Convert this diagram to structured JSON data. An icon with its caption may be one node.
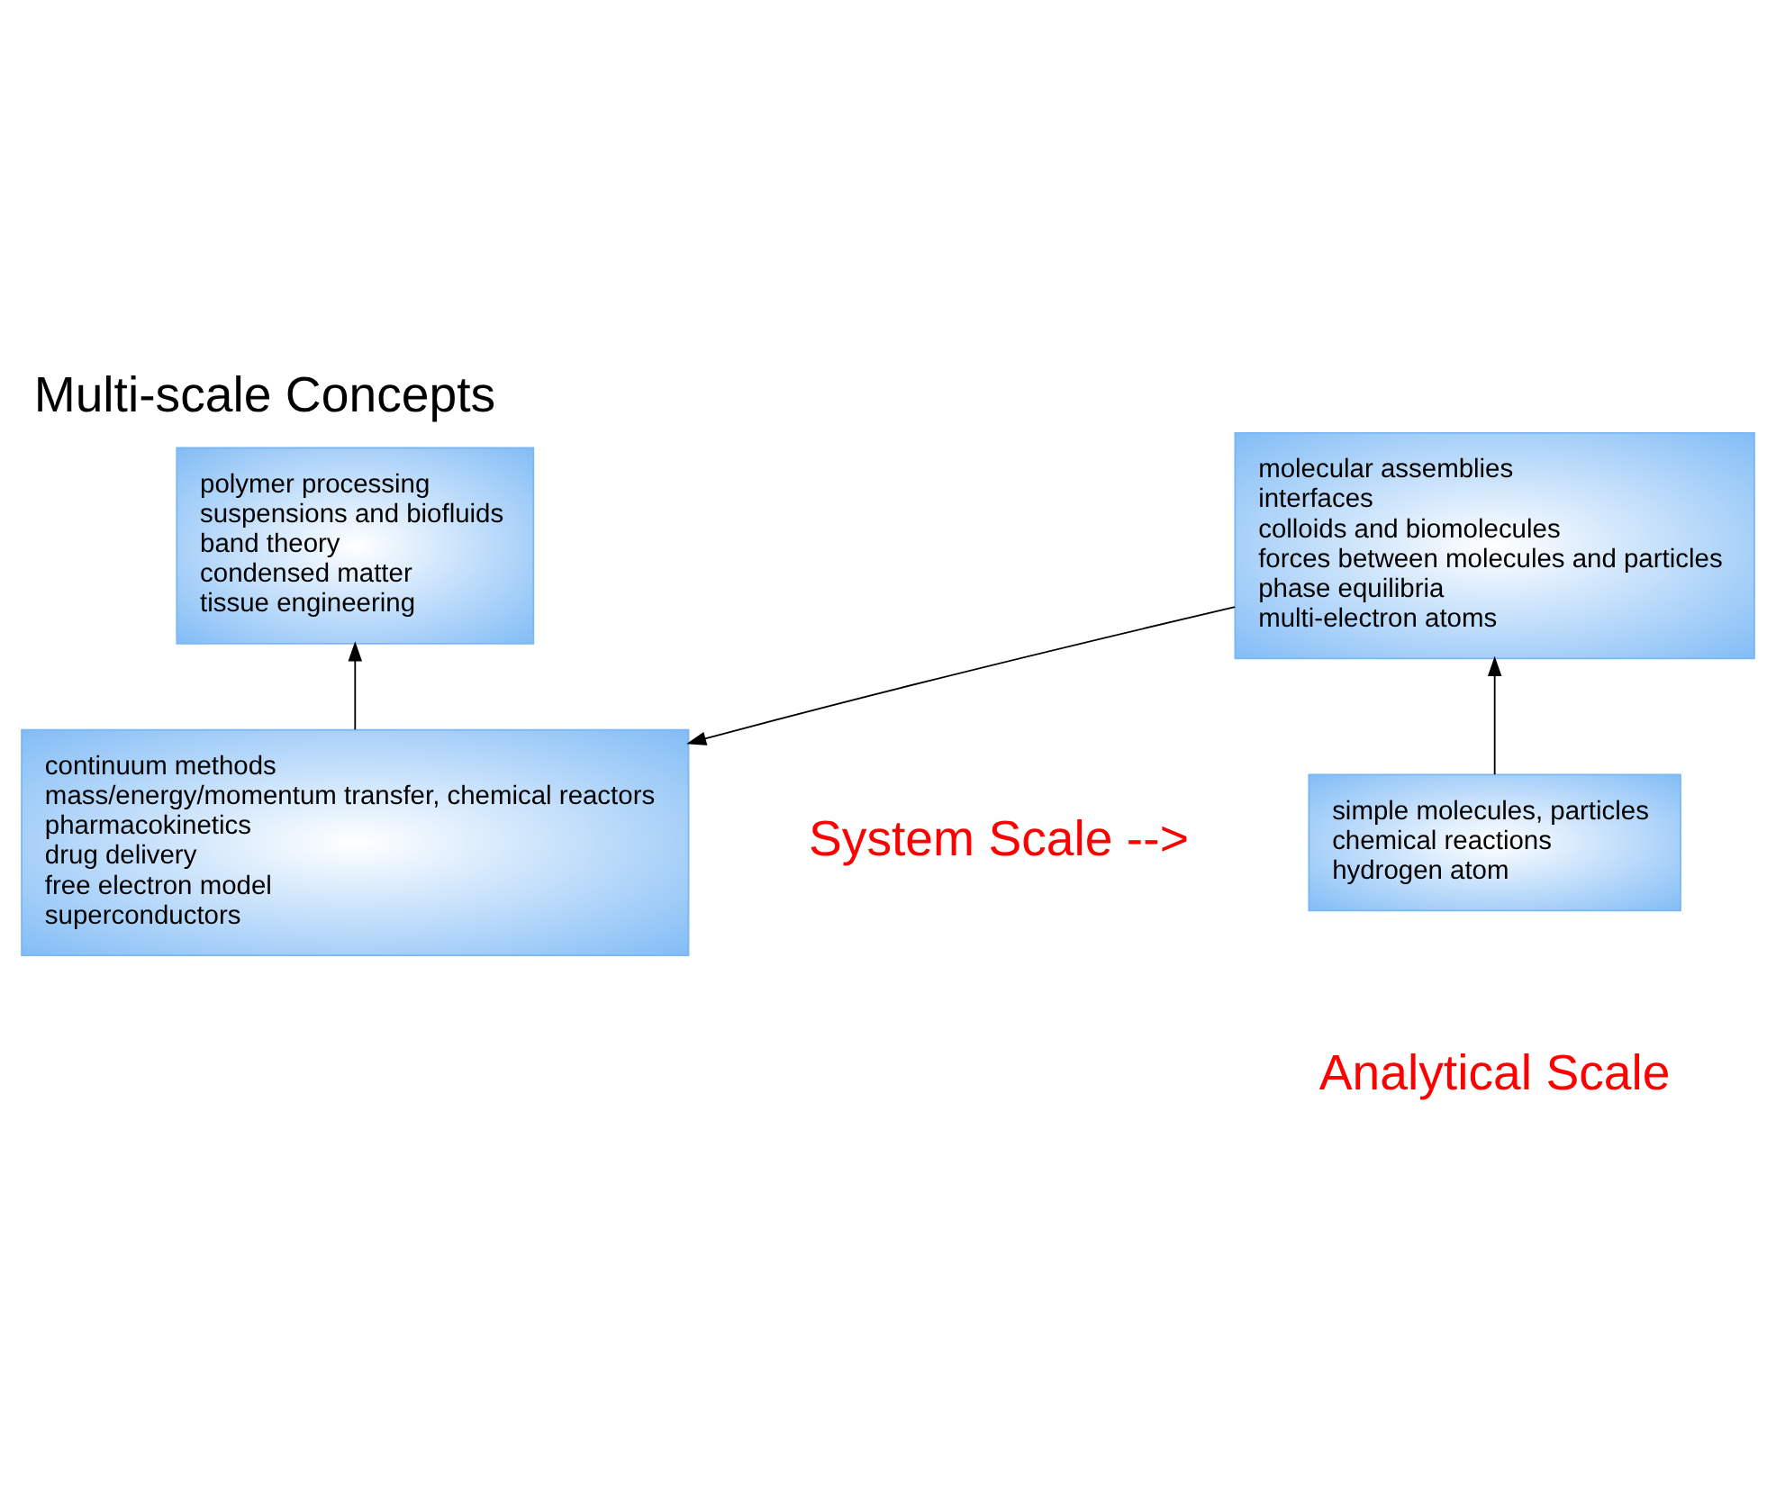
{
  "diagram": {
    "title": "Multi-scale Concepts",
    "nodes": [
      {
        "text": [
          "molecular assemblies",
          "interfaces",
          "colloids and biomolecules",
          "forces between molecules and particles",
          "phase equilibria",
          "multi-electron atoms"
        ]
      },
      {
        "text": [
          "polymer processing",
          "suspensions and biofluids",
          "band theory",
          "condensed matter",
          "tissue engineering"
        ]
      },
      {
        "text": [
          "simple molecules, particles",
          "chemical reactions",
          "hydrogen atom"
        ]
      },
      {
        "text": [
          "continuum methods",
          "mass/energy/momentum transfer, chemical reactors",
          "pharmacokinetics",
          "drug delivery",
          "free electron model",
          "superconductors"
        ]
      }
    ],
    "edges": [
      {
        "from": 2,
        "to": 0,
        "arrow": "to"
      },
      {
        "from": 0,
        "to": 3,
        "arrow": "to"
      },
      {
        "from": 3,
        "to": 1,
        "arrow": "to"
      }
    ],
    "labels": [
      "System Scale -->",
      "Analytical Scale"
    ]
  }
}
